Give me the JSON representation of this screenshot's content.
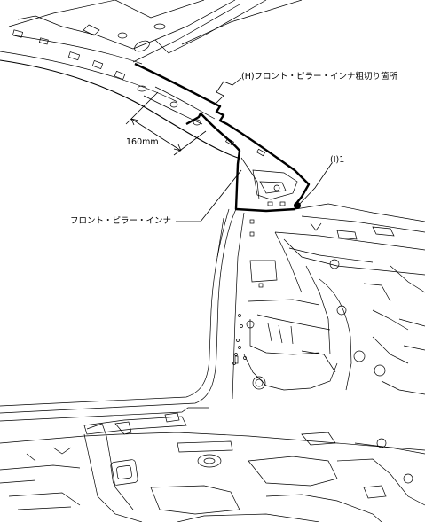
{
  "labels": {
    "cut_location": "(H)フロント・ピラー・インナ粗切り箇所",
    "item_i": "(I)1",
    "dimension": "160mm",
    "part_name": "フロント・ピラー・インナ"
  }
}
